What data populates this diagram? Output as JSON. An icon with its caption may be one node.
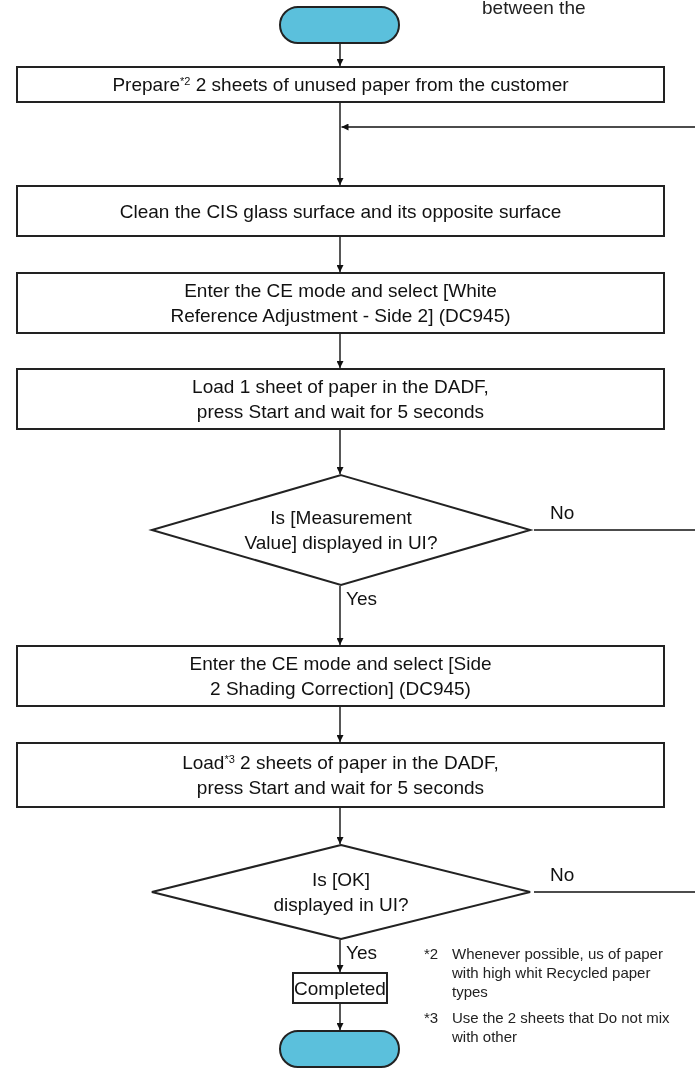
{
  "diagram": {
    "nodes": [
      {
        "text": [],
        "shape": "pill"
      },
      {
        "text": [
          "Prepare$^{*2}$ 2 sheets of unused paper from the customer"
        ]
      },
      {
        "text": [
          "Clean the CIS glass surface and its opposite surface"
        ]
      },
      {
        "text": [
          "Enter the CE mode and select [White Reference Adjustment - Side 2] (DC945)"
        ]
      },
      {
        "text": [
          "Load 1 sheet of paper in the DADF, press Start and wait for 5 seconds"
        ]
      },
      {
        "text": [
          "Is [Measurement Value] displayed in UI?"
        ]
      },
      {
        "text": [
          "Enter the CE mode and select [Side 2 Shading Correction] (DC945)"
        ]
      },
      {
        "text": [
          "Load$^{*3}$ 2 sheets of paper in the DADF, press Start and wait for 5 seconds"
        ]
      },
      {
        "text": [
          "Is [OK] displayed in UI?"
        ]
      },
      {
        "text": [
          "Completed"
        ]
      },
      {
        "text": [],
        "shape": "pill"
      }
    ],
    "edges": [
      {
        "from": 0,
        "to": 1,
        "arrow": "to"
      },
      {
        "from": 1,
        "to": 2,
        "arrow": "to"
      },
      {
        "from": null,
        "to": 2,
        "arrow": "to"
      },
      {
        "from": 2,
        "to": 3,
        "arrow": "to"
      },
      {
        "from": 3,
        "to": 4,
        "arrow": "to"
      },
      {
        "from": 4,
        "to": 5,
        "arrow": "to"
      },
      {
        "from": 5,
        "to": null,
        "arrow": "none",
        "label": "No"
      },
      {
        "from": 5,
        "to": 6,
        "arrow": "to",
        "label": "Yes"
      },
      {
        "from": 6,
        "to": 7,
        "arrow": "to"
      },
      {
        "from": 7,
        "to": 8,
        "arrow": "to"
      },
      {
        "from": 8,
        "to": null,
        "arrow": "none",
        "label": "No"
      },
      {
        "from": 8,
        "to": 9,
        "arrow": "to",
        "label": "Yes"
      },
      {
        "from": 9,
        "to": 10,
        "arrow": "to"
      }
    ],
    "labels": [
      "between the",
      "*2",
      "Whenever possible, us of paper with high whit Recycled paper types",
      "*3",
      "Use the 2 sheets that Do not mix with other"
    ]
  }
}
